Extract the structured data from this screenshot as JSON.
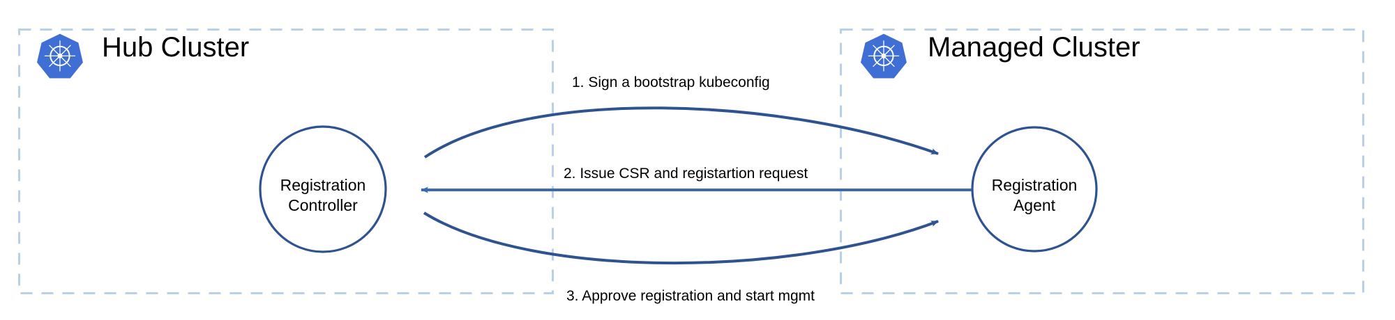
{
  "diagram": {
    "title_left": "Hub Cluster",
    "title_right": "Managed Cluster",
    "colors": {
      "dashed_border": "#b8d0ea",
      "k8s_blue": "#3f6fd4",
      "circle_stroke": "#2e5390",
      "arrow_curved": "#2e5390",
      "arrow_straight": "#3b6ab5",
      "text": "#000000",
      "background": "#ffffff"
    }
  },
  "clusters": [
    {
      "id": "hub-cluster",
      "label": "Hub Cluster",
      "icon": "kubernetes-icon",
      "node": {
        "id": "registration-controller",
        "line1": "Registration",
        "line2": "Controller"
      }
    },
    {
      "id": "managed-cluster",
      "label": "Managed Cluster",
      "icon": "kubernetes-icon",
      "node": {
        "id": "registration-agent",
        "line1": "Registration",
        "line2": "Agent"
      }
    }
  ],
  "flows": [
    {
      "step": 1,
      "label": "1. Sign a bootstrap kubeconfig",
      "direction": "hub-to-managed",
      "style": "curved"
    },
    {
      "step": 2,
      "label": "2. Issue CSR and registartion request",
      "direction": "managed-to-hub",
      "style": "straight"
    },
    {
      "step": 3,
      "label": "3. Approve registration and start mgmt",
      "direction": "hub-to-managed",
      "style": "curved"
    }
  ]
}
